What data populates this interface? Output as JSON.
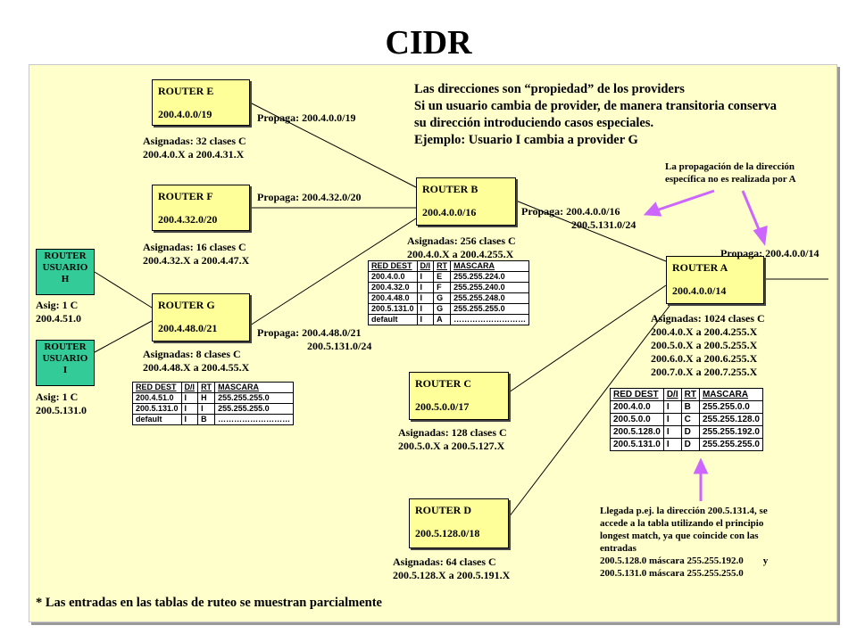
{
  "title": "CIDR",
  "info_lines": [
    "Las direcciones son “propiedad” de los providers",
    "Si un usuario cambia de provider, de manera transitoria conserva",
    "su dirección introduciendo casos especiales.",
    "Ejemplo: Usuario I cambia a provider G"
  ],
  "routers": {
    "e": {
      "name": "ROUTER E",
      "prefix": "200.4.0.0/19"
    },
    "f": {
      "name": "ROUTER F",
      "prefix": "200.4.32.0/20"
    },
    "g": {
      "name": "ROUTER G",
      "prefix": "200.4.48.0/21"
    },
    "b": {
      "name": "ROUTER B",
      "prefix": "200.4.0.0/16"
    },
    "a": {
      "name": "ROUTER A",
      "prefix": "200.4.0.0/14"
    },
    "c": {
      "name": "ROUTER C",
      "prefix": "200.5.0.0/17"
    },
    "d": {
      "name": "ROUTER D",
      "prefix": "200.5.128.0/18"
    },
    "h": {
      "line1": "ROUTER",
      "line2": "USUARIO",
      "line3": "H"
    },
    "i": {
      "line1": "ROUTER",
      "line2": "USUARIO",
      "line3": "I"
    }
  },
  "labels": {
    "propaga_e": "Propaga: 200.4.0.0/19",
    "propaga_f": "Propaga: 200.4.32.0/20",
    "propaga_g1": "Propaga: 200.4.48.0/21",
    "propaga_g2": "200.5.131.0/24",
    "propaga_b1": "Propaga: 200.4.0.0/16",
    "propaga_b2": "200.5.131.0/24",
    "propaga_a": "Propaga: 200.4.0.0/14",
    "asig_e1": "Asignadas: 32 clases C",
    "asig_e2": "200.4.0.X a 200.4.31.X",
    "asig_f1": "Asignadas: 16 clases C",
    "asig_f2": "200.4.32.X a 200.4.47.X",
    "asig_g1": "Asignadas: 8 clases C",
    "asig_g2": "200.4.48.X a 200.4.55.X",
    "asig_b1": "Asignadas: 256 clases C",
    "asig_b2": "200.4.0.X a 200.4.255.X",
    "asig_a1": "Asignadas: 1024 clases C",
    "asig_a2": "200.4.0.X a 200.4.255.X",
    "asig_a3": "200.5.0.X a 200.5.255.X",
    "asig_a4": "200.6.0.X a 200.6.255.X",
    "asig_a5": "200.7.0.X a 200.7.255.X",
    "asig_c1": "Asignadas: 128 clases C",
    "asig_c2": "200.5.0.X a 200.5.127.X",
    "asig_d1": "Asignadas: 64 clases C",
    "asig_d2": "200.5.128.X a 200.5.191.X",
    "asig_h1": "Asig: 1 C",
    "asig_h2": "200.4.51.0",
    "asig_i1": "Asig: 1 C",
    "asig_i2": "200.5.131.0"
  },
  "note_propagation": [
    "La propagación de la dirección",
    "específica no es realizada por A"
  ],
  "note_longest": [
    "Llegada p.ej. la dirección 200.5.131.4, se",
    "accede a la tabla utilizando el principio",
    "longest match, ya que coincide con las",
    "entradas",
    "200.5.128.0 máscara 255.255.192.0        y",
    "200.5.131.0 máscara 255.255.255.0"
  ],
  "footnote": "* Las entradas en las tablas de ruteo se muestran parcialmente",
  "table_headers": [
    "RED DEST",
    "D/I",
    "RT",
    "MASCARA"
  ],
  "table_b": [
    [
      "200.4.0.0",
      "I",
      "E",
      "255.255.224.0"
    ],
    [
      "200.4.32.0",
      "I",
      "F",
      "255.255.240.0"
    ],
    [
      "200.4.48.0",
      "I",
      "G",
      "255.255.248.0"
    ],
    [
      "200.5.131.0",
      "I",
      "G",
      "255.255.255.0"
    ],
    [
      "default",
      "I",
      "A",
      "………………………"
    ]
  ],
  "table_g": [
    [
      "200.4.51.0",
      "I",
      "H",
      "255.255.255.0"
    ],
    [
      "200.5.131.0",
      "I",
      "I",
      "255.255.255.0"
    ],
    [
      "default",
      "I",
      "B",
      "………………………"
    ]
  ],
  "table_a": [
    [
      "200.4.0.0",
      "I",
      "B",
      "255.255.0.0"
    ],
    [
      "200.5.0.0",
      "I",
      "C",
      "255.255.128.0"
    ],
    [
      "200.5.128.0",
      "I",
      "D",
      "255.255.192.0"
    ],
    [
      "200.5.131.0",
      "I",
      "D",
      "255.255.255.0"
    ]
  ],
  "colors": {
    "panel": "#ffffcc",
    "router": "#ffff99",
    "user_router": "#33cc99",
    "arrow": "#cc66ff"
  }
}
